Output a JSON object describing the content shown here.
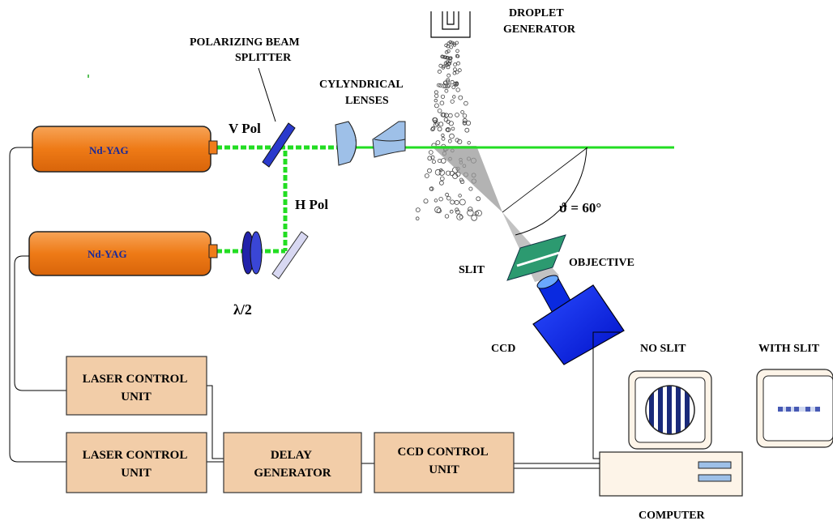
{
  "labels": {
    "droplet_generator": [
      "DROPLET",
      "GENERATOR"
    ],
    "polarizing_beam_splitter": [
      "POLARIZING BEAM",
      "SPLITTER"
    ],
    "cylindrical_lenses": [
      "CYLYNDRICAL",
      "LENSES"
    ],
    "v_pol": "V Pol",
    "h_pol": "H Pol",
    "half_wave": "λ/2",
    "laser_top": "Nd-YAG",
    "laser_bottom": "Nd-YAG",
    "angle": "ϑ = 60°",
    "slit": "SLIT",
    "objective": "OBJECTIVE",
    "ccd": "CCD",
    "no_slit": "NO SLIT",
    "with_slit": "WITH SLIT",
    "computer": "COMPUTER",
    "laser_control_1": [
      "LASER CONTROL",
      "UNIT"
    ],
    "laser_control_2": [
      "LASER CONTROL",
      "UNIT"
    ],
    "delay_generator": [
      "DELAY",
      "GENERATOR"
    ],
    "ccd_control": [
      "CCD CONTROL",
      "UNIT"
    ]
  },
  "colors": {
    "laser_body": "#f07c1a",
    "control_box": "#f2cda8",
    "beam": "#22dd22",
    "ccd_blue": "#0022ee",
    "lens_blue": "#9ec0e8",
    "slit_green": "#2c9a70",
    "text_blue": "#1a2a9a"
  }
}
